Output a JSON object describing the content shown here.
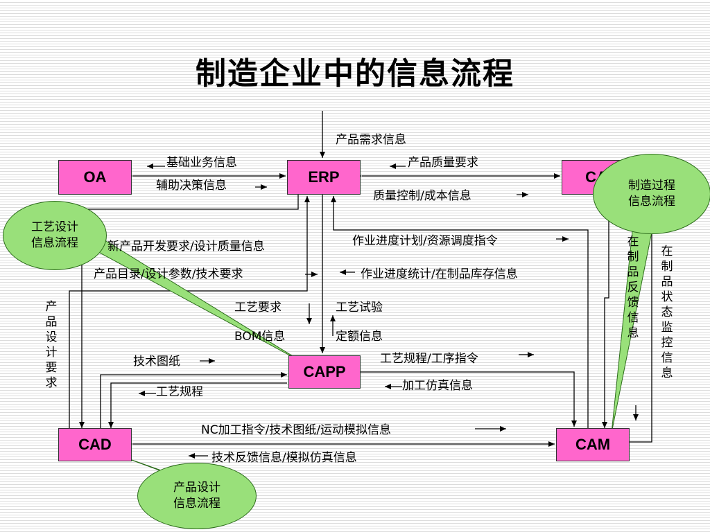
{
  "title": "制造企业中的信息流程",
  "nodes": {
    "oa": "OA",
    "erp": "ERP",
    "cappr": "CA",
    "capp": "CAPP",
    "cad": "CAD",
    "cam": "CAM"
  },
  "labels": {
    "product_demand": "产品需求信息",
    "basic_business": "基础业务信息",
    "decision_support": "辅助决策信息",
    "quality_req": "产品质量要求",
    "quality_cost": "质量控制/成本信息",
    "schedule_plan": "作业进度计划/资源调度指令",
    "new_product": "新产品开发要求/设计质量信息",
    "product_catalog": "产品目录/设计参数/技术要求",
    "progress_stats": "作业进度统计/在制品库存信息",
    "process_req": "工艺要求",
    "bom": "BOM信息",
    "process_test": "工艺试验",
    "quota": "定额信息",
    "tech_drawing": "技术图纸",
    "process_plan": "工艺规程",
    "process_instr": "工艺规程/工序指令",
    "machining_sim": "加工仿真信息",
    "nc_instr": "NC加工指令/技术图纸/运动模拟信息",
    "tech_feedback": "技术反馈信息/模拟仿真信息",
    "product_design_req": "产品设计要求",
    "wip_feedback": "在制品反馈信息",
    "wip_monitor": "在制品状态监控信息"
  },
  "bubbles": {
    "process_design": "工艺设计\n信息流程",
    "manufacturing": "制造过程\n信息流程",
    "product_design": "产品设计\n信息流程"
  },
  "colors": {
    "node_fill": "#ff66cc",
    "bubble_fill": "#99e07a",
    "line": "#000000",
    "bubble_pointer": "#2b8a1a"
  }
}
